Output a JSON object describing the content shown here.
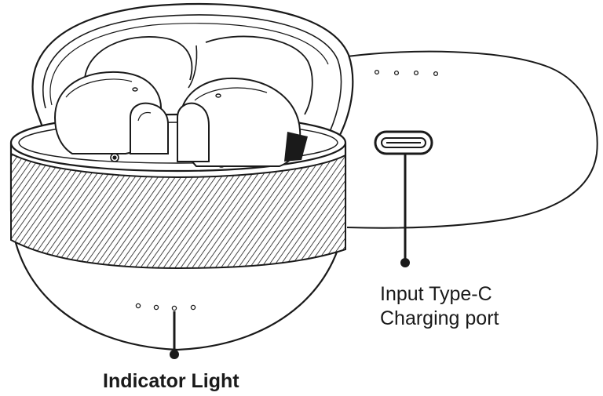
{
  "labels": {
    "charging_port_line1": "Input Type-C",
    "charging_port_line2": "Charging port",
    "indicator": "Indicator Light"
  },
  "colors": {
    "stroke": "#1a1a1a",
    "fill": "#ffffff"
  }
}
